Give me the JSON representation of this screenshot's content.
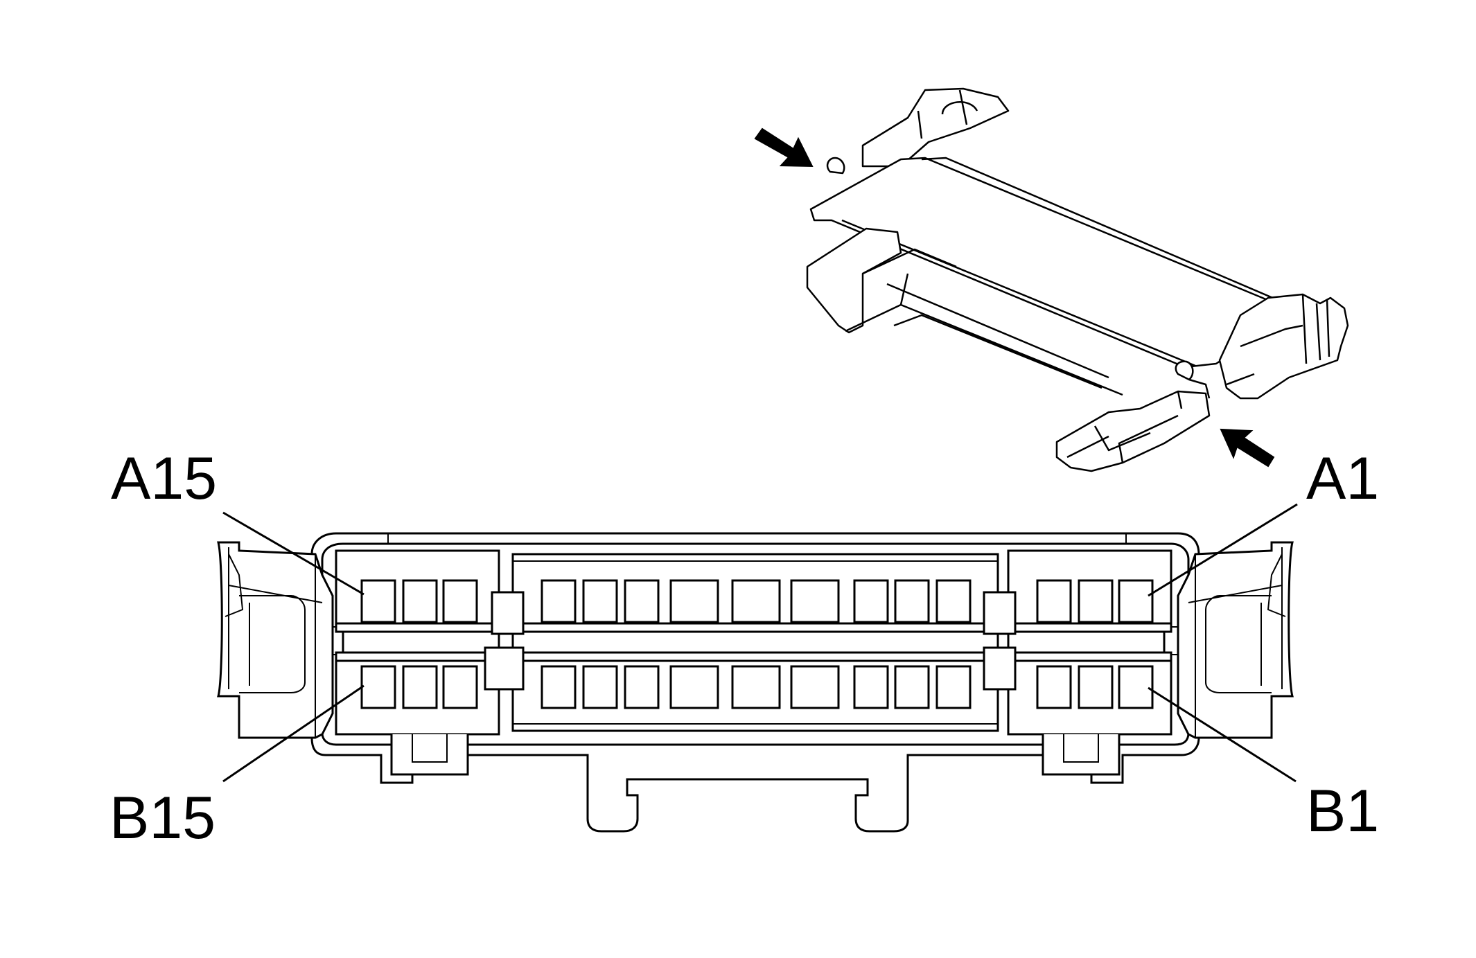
{
  "labels": {
    "a15": "A15",
    "a1": "A1",
    "b15": "B15",
    "b1": "B1"
  },
  "pins_per_row": 15,
  "colors": {
    "line": "#000000",
    "background": "#ffffff",
    "fill": "#ffffff"
  }
}
